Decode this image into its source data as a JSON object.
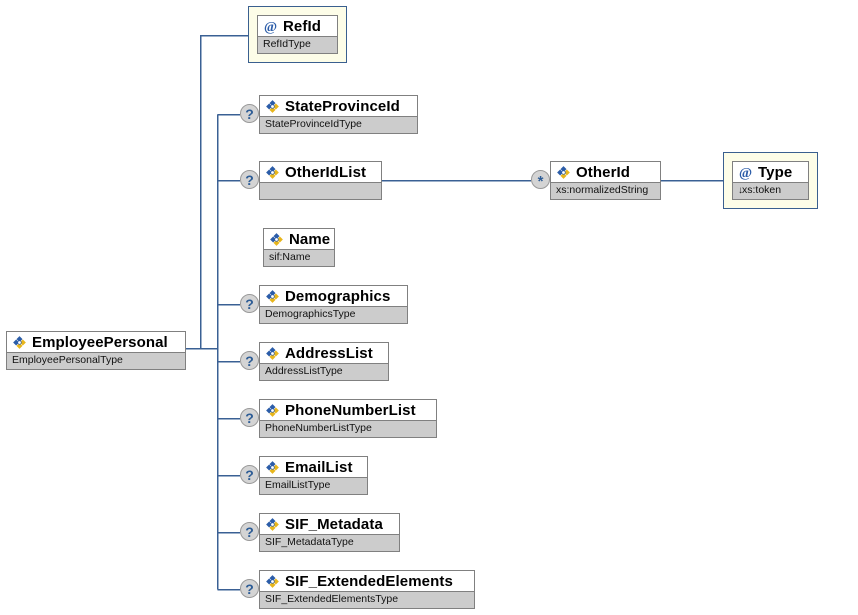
{
  "diagram": {
    "title": "EmployeePersonal XML Schema element tree",
    "background": "#ffffff",
    "line_color": "#3a6094",
    "attr_fill": "#fdfde8",
    "attr_border": "#3a5f8f",
    "type_fill": "#cccccc",
    "marker_fill": "#d4d4d4",
    "marker_text_color": "#2e5d96"
  },
  "markers": {
    "optional": "?",
    "repeating": "*"
  },
  "icons": {
    "element": "element-icon",
    "attribute": "attribute-icon"
  },
  "root": {
    "label": "EmployeePersonal",
    "type": "EmployeePersonalType",
    "icon": "element-icon"
  },
  "children": [
    {
      "label": "RefId",
      "type": "RefIdType",
      "icon": "attribute-icon",
      "kind": "attribute",
      "marker": null
    },
    {
      "label": "StateProvinceId",
      "type": "StateProvinceIdType",
      "icon": "element-icon",
      "kind": "element",
      "marker": "?"
    },
    {
      "label": "OtherIdList",
      "type": "",
      "icon": "element-icon",
      "kind": "element",
      "marker": "?"
    },
    {
      "label": "Name",
      "type": "sif:Name",
      "icon": "element-icon",
      "kind": "element",
      "marker": null
    },
    {
      "label": "Demographics",
      "type": "DemographicsType",
      "icon": "element-icon",
      "kind": "element",
      "marker": "?"
    },
    {
      "label": "AddressList",
      "type": "AddressListType",
      "icon": "element-icon",
      "kind": "element",
      "marker": "?"
    },
    {
      "label": "PhoneNumberList",
      "type": "PhoneNumberListType",
      "icon": "element-icon",
      "kind": "element",
      "marker": "?"
    },
    {
      "label": "EmailList",
      "type": "EmailListType",
      "icon": "element-icon",
      "kind": "element",
      "marker": "?"
    },
    {
      "label": "SIF_Metadata",
      "type": "SIF_MetadataType",
      "icon": "element-icon",
      "kind": "element",
      "marker": "?"
    },
    {
      "label": "SIF_ExtendedElements",
      "type": "SIF_ExtendedElementsType",
      "icon": "element-icon",
      "kind": "element",
      "marker": "?"
    }
  ],
  "grandchildren": [
    {
      "label": "OtherId",
      "type": "xs:normalizedString",
      "icon": "element-icon",
      "kind": "element",
      "marker": "*"
    },
    {
      "label": "Type",
      "type_arrow": "↓",
      "type": "xs:token",
      "icon": "attribute-icon",
      "kind": "attribute",
      "marker": null
    }
  ]
}
